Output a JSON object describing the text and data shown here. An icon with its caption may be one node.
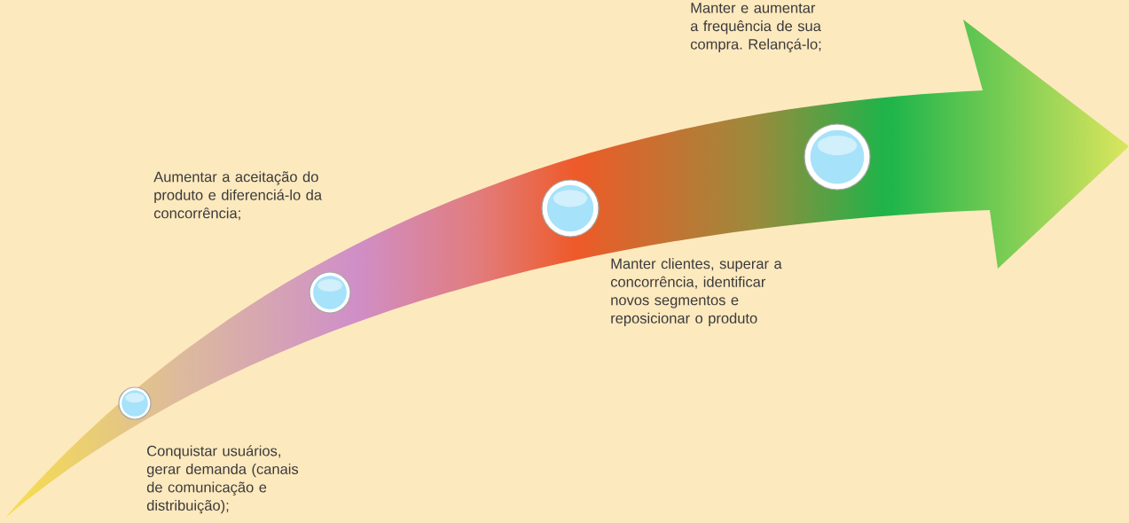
{
  "diagram": {
    "nodes": [
      {
        "text": [],
        "shape": "circle"
      },
      {
        "text": [],
        "shape": "circle"
      },
      {
        "text": [],
        "shape": "circle"
      },
      {
        "text": [],
        "shape": "circle"
      }
    ],
    "labels": [
      "Manter e aumentar a frequência de sua compra. Relançá-lo;",
      "Aumentar a aceitação do produto e diferenciá-lo da concorrência;",
      "Manter clientes, superar a concorrência, identificar novos segmentos e reposicionar o produto",
      "Conquistar usuários, gerar demanda (canais de comunicação e distribuição);"
    ]
  }
}
